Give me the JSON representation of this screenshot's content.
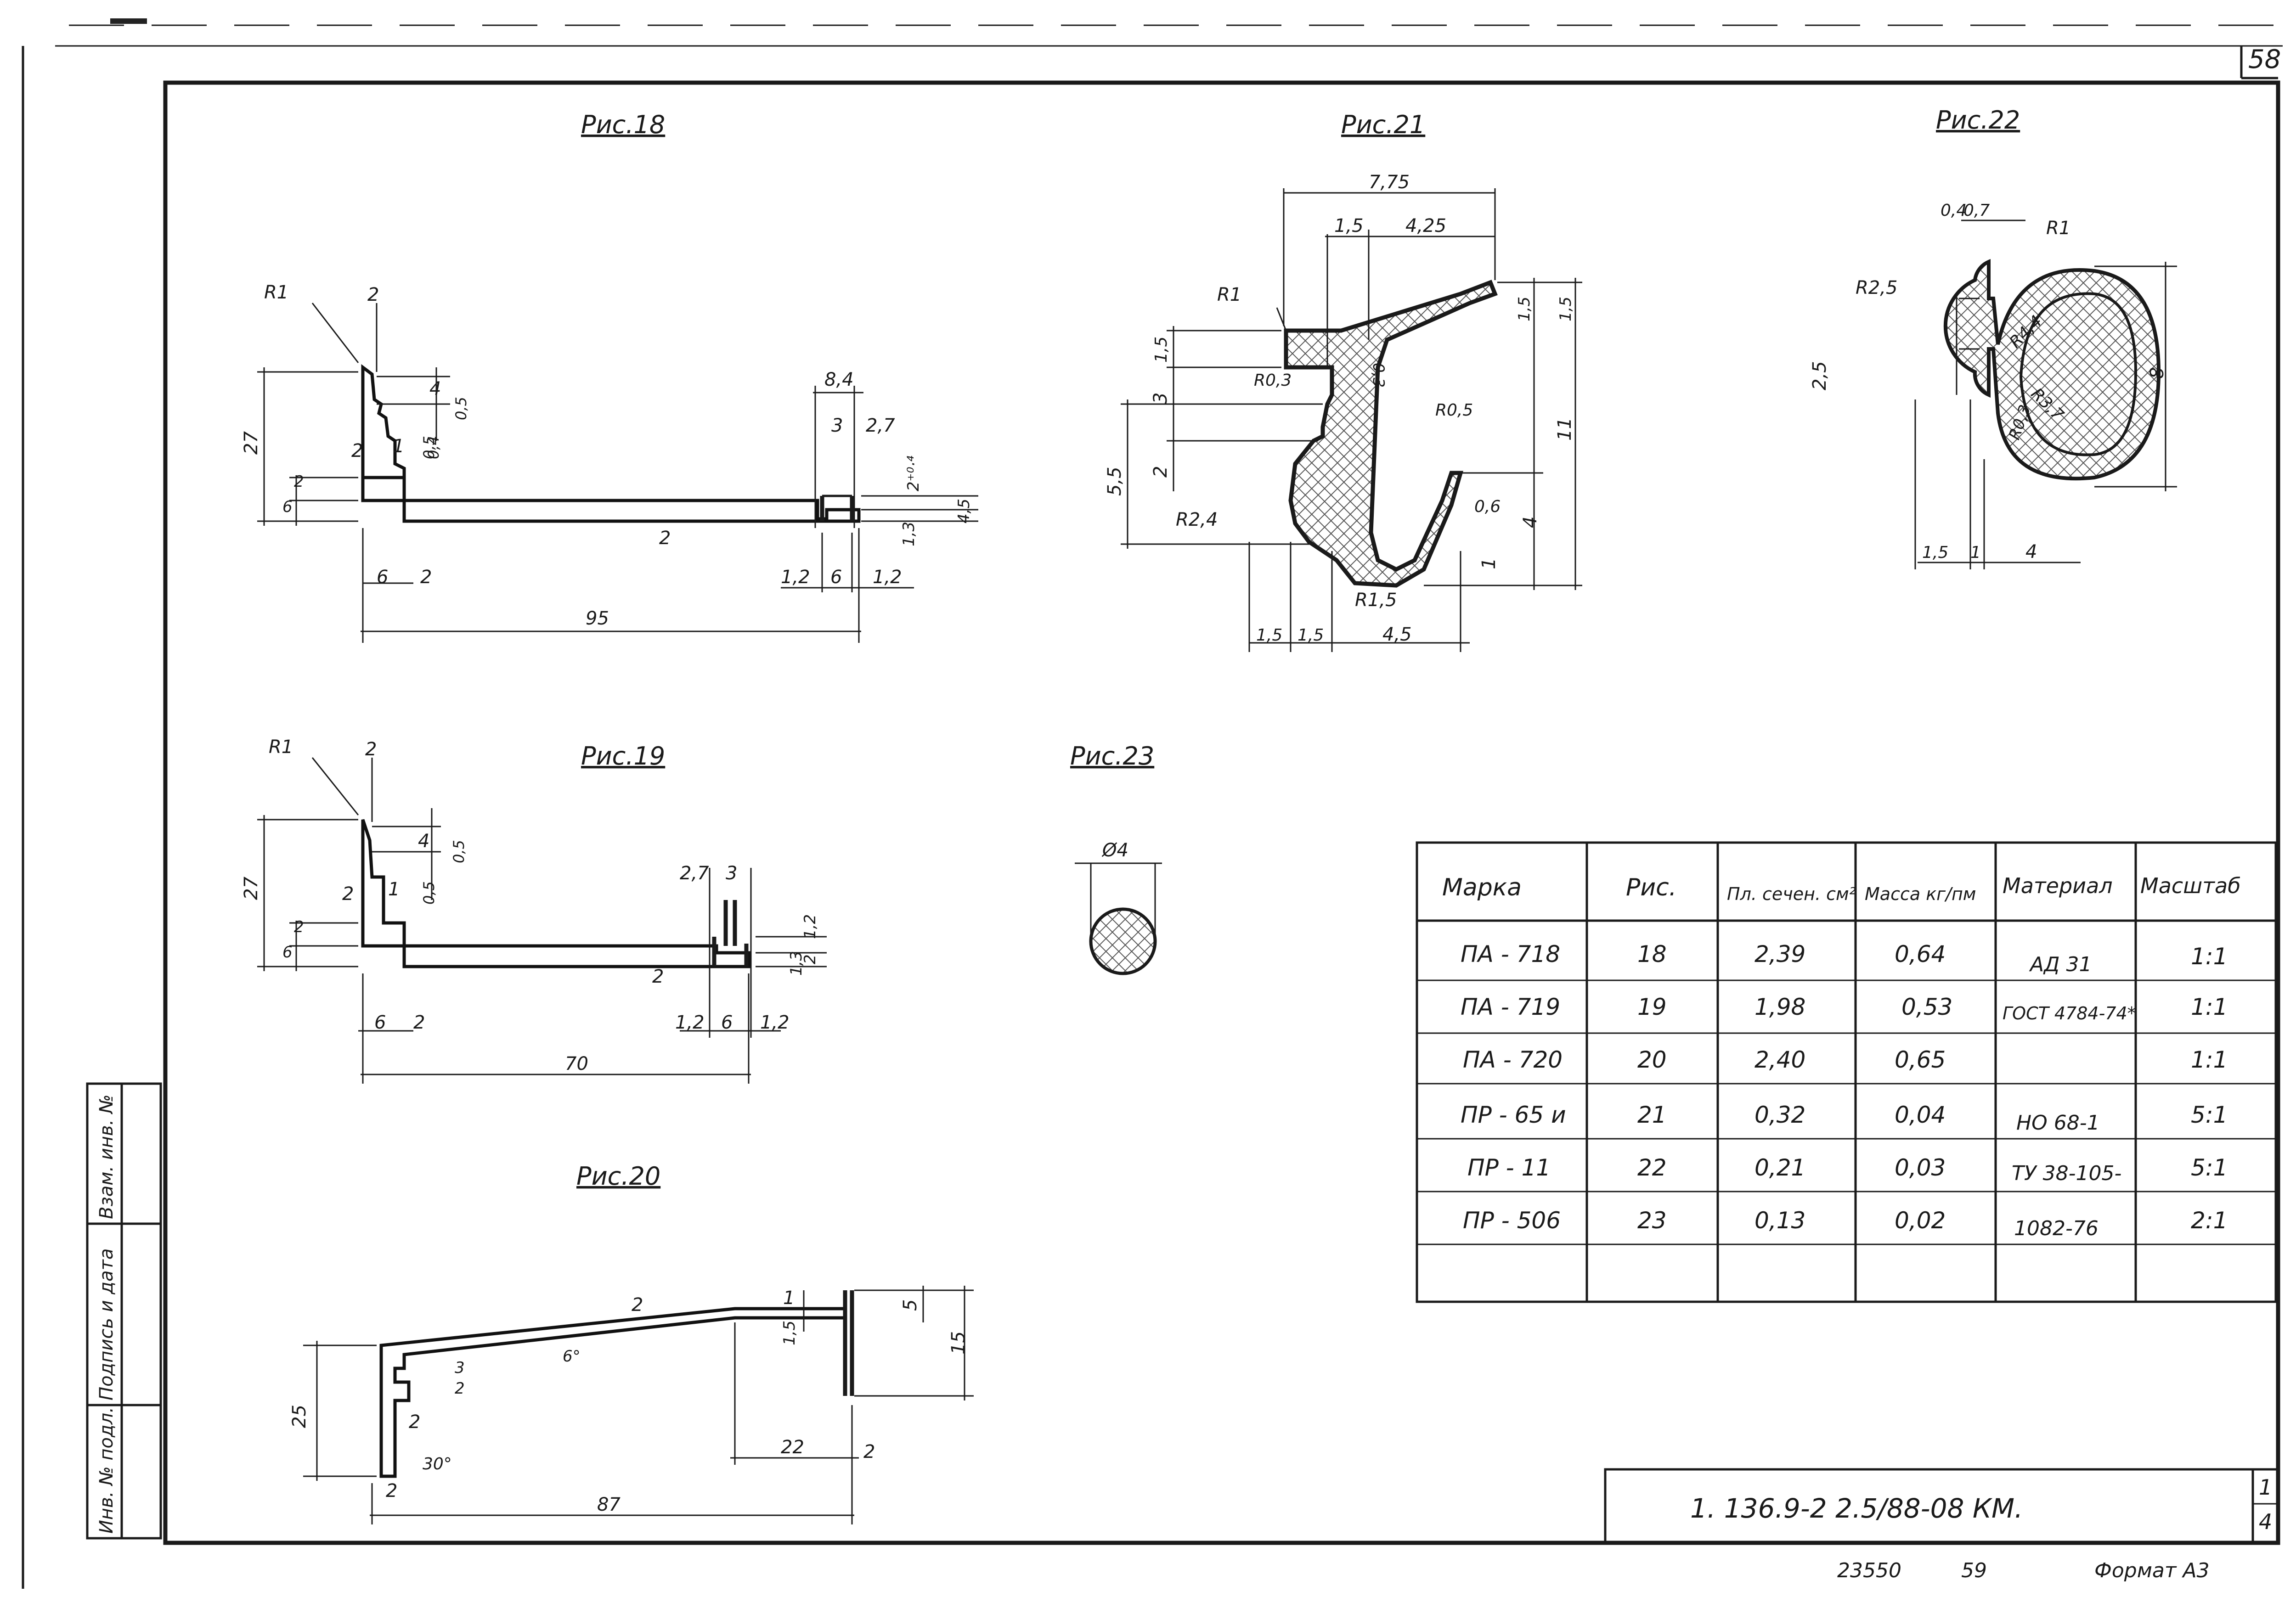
{
  "sheet": {
    "page_number": "58",
    "stamp_code": "1. 136.9-2 2.5/88-08 КМ.",
    "sheet_mark_top": "1",
    "sheet_mark_bottom": "4",
    "bottom_inventory": "23550",
    "bottom_number": "59",
    "format": "Формат А3"
  },
  "side_block": {
    "col1": "Инв. № подл.",
    "col2": "Подпись и дата",
    "col3": "Взам. инв. №"
  },
  "figures": {
    "fig18": {
      "title": "Рис.18",
      "dims": {
        "r": "R1",
        "top2": "2",
        "d27": "27",
        "d4": "4",
        "d04": "0,4",
        "d05": "0,5",
        "d05b": "0,5",
        "d2a": "2",
        "d1": "1",
        "d6": "6",
        "d2b": "2",
        "d6b": "6",
        "d2c": "2",
        "mid2": "2",
        "d84": "8,4",
        "d3": "3",
        "d27b": "2,7",
        "d204": "2⁺⁰·⁴",
        "d13": "1,3",
        "d45": "4,5",
        "d12a": "1,2",
        "d6c": "6",
        "d12b": "1,2",
        "d95": "95"
      }
    },
    "fig19": {
      "title": "Рис.19",
      "dims": {
        "r": "R1",
        "top2": "2",
        "d27": "27",
        "d4": "4",
        "d05": "0,5",
        "d05b": "0,5",
        "d2a": "2",
        "d1": "1",
        "d6": "6",
        "d2b": "2",
        "d6b": "6",
        "d2c": "2",
        "mid2": "2",
        "d27b": "2,7",
        "d3": "3",
        "d12r": "1,2",
        "d2r": "2",
        "d13": "1,3",
        "d12a": "1,2",
        "d6c": "6",
        "d12b": "1,2",
        "d70": "70"
      }
    },
    "fig20": {
      "title": "Рис.20",
      "dims": {
        "d25": "25",
        "d2a": "2",
        "d30": "30°",
        "d2b": "2",
        "d87": "87",
        "d3": "3",
        "d2c": "2",
        "d6": "6°",
        "mid2": "2",
        "d1": "1",
        "d15a": "1,5",
        "d5": "5",
        "d15b": "15",
        "d22": "22",
        "d2d": "2"
      }
    },
    "fig21": {
      "title": "Рис.21",
      "dims": {
        "d775": "7,75",
        "d15a": "1,5",
        "d425": "4,25",
        "r1": "R1",
        "d15b": "1,5",
        "r03": "R0,3",
        "d3": "3",
        "d55": "5,5",
        "d2": "2",
        "r24": "R2,4",
        "d03": "0,3",
        "r05": "R0,5",
        "d15c": "1,5",
        "d15d": "1,5",
        "d11": "11",
        "d4": "4",
        "d06": "0,6",
        "d1": "1",
        "r15": "R1,5",
        "d15e": "1,5",
        "d15f": "1,5",
        "d45": "4,5"
      }
    },
    "fig22": {
      "title": "Рис.22",
      "dims": {
        "d04": "0,4",
        "d07": "0,7",
        "r1": "R1",
        "r25": "R2,5",
        "r44": "R4,4",
        "d25": "2,5",
        "r37": "R3,7",
        "r03": "R0,3",
        "d8": "8",
        "d15": "1,5",
        "d1": "1",
        "d4": "4"
      }
    },
    "fig23": {
      "title": "Рис.23",
      "dims": {
        "phi": "Ø4"
      }
    }
  },
  "table": {
    "headers": [
      "Марка",
      "Рис.",
      "Пл. сечен. см²",
      "Масса кг/пм",
      "Материал",
      "Масштаб"
    ],
    "rows": [
      [
        "ПА - 718",
        "18",
        "2,39",
        "0,64",
        "1:1"
      ],
      [
        "ПА - 719",
        "19",
        "1,98",
        "0,53",
        "1:1"
      ],
      [
        "ПА - 720",
        "20",
        "2,40",
        "0,65",
        "1:1"
      ],
      [
        "ПР - 65 и",
        "21",
        "0,32",
        "0,04",
        "5:1"
      ],
      [
        "ПР - 11",
        "22",
        "0,21",
        "0,03",
        "5:1"
      ],
      [
        "ПР - 506",
        "23",
        "0,13",
        "0,02",
        "2:1"
      ]
    ],
    "material_1": "АД 31",
    "material_2": "ГОСТ 4784-74*",
    "material_3": "НО 68-1",
    "material_4": "ТУ 38-105-",
    "material_5": "1082-76"
  }
}
